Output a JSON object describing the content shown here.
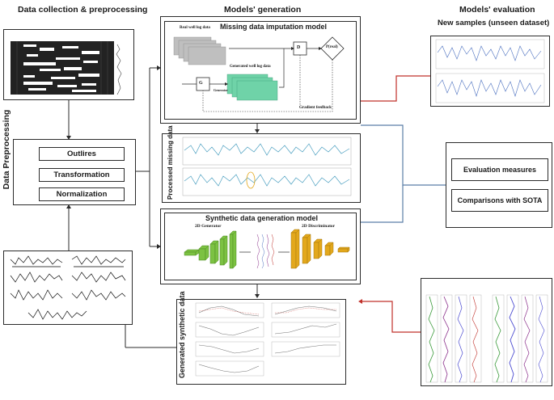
{
  "headings": {
    "collection": "Data collection & preprocessing",
    "generation": "Models' generation",
    "evaluation": "Models' evaluation"
  },
  "new_samples": "New samples (unseen dataset)",
  "preprocessing": {
    "vertical_label": "Data Preprocessing",
    "steps": [
      "Outlires",
      "Transformation",
      "Normalization"
    ]
  },
  "imputation": {
    "title": "Missing data imputation model",
    "real_label": "Real well log data",
    "generated_label": "Generated well log data",
    "generator_node": "G",
    "generator_text": "Generator",
    "discriminator_node": "D",
    "decision": "P(real)",
    "feedback": "Gradient feedback"
  },
  "processed_label": "Processed missing data",
  "synthetic": {
    "title": "Synthetic data generation model",
    "generator_label": "2D Generator",
    "discriminator_label": "2D Discriminator"
  },
  "generated_label": "Generated synthetic data",
  "evaluation": {
    "measures": "Evaluation measures",
    "comparison": "Comparisons with SOTA"
  },
  "colors": {
    "red_connector": "#c0302a",
    "blue_connector": "#5b7ea6",
    "generator_green": "#7cc242",
    "discriminator_gold": "#e3a81c",
    "generated_fill": "#6fd3a8",
    "log_blue": "#4a9fc0"
  }
}
